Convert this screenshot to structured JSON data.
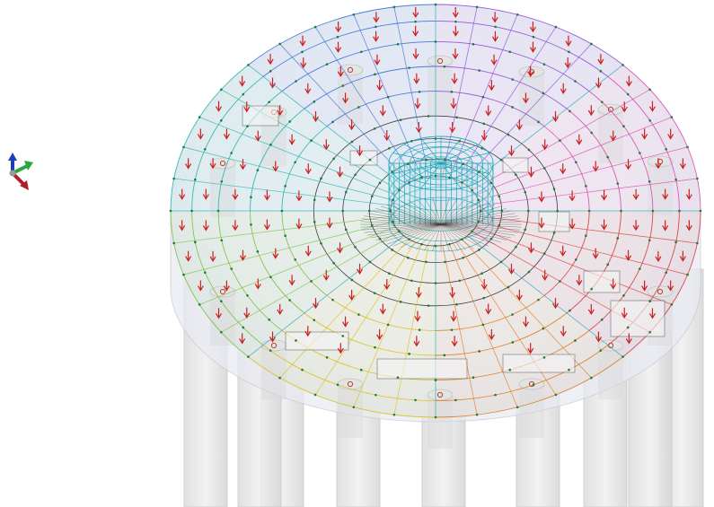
{
  "scene": {
    "kind": "3d-structural-model",
    "view": "isometric",
    "background": "#ffffff",
    "model": {
      "plate_shape": "circular",
      "mesh": "radial-polar",
      "center_core": "cylinder",
      "load_symbol": "downward-arrow",
      "load_color": "#cc1f1f",
      "core_color": "#1aa6b7",
      "node_color": "#1f7a3a",
      "column_fill": "#e6e6e6",
      "column_count_visible": 9,
      "ring_palette": [
        "#d93a3a",
        "#e07a1a",
        "#d6c21a",
        "#7ac142",
        "#2bb3a8",
        "#3a6fd9",
        "#8a4ad9",
        "#d94ab0"
      ]
    },
    "axis_triad": {
      "icon": "axis-triad-icon",
      "x_color": "#2aa63a",
      "y_color": "#b01e2a",
      "z_color": "#1b3fb8"
    }
  }
}
